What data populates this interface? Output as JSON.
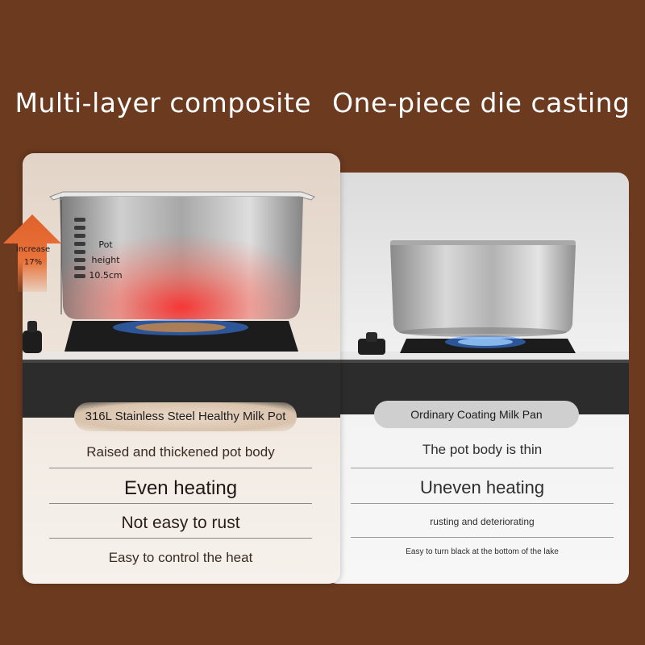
{
  "headline": {
    "left": "Multi-layer composite",
    "right": "One-piece die casting"
  },
  "left_card": {
    "product_label": "316L Stainless Steel Healthy Milk Pot",
    "pot_annotation": [
      "Pot",
      "height",
      "10.5cm"
    ],
    "increase_label": [
      "Increase",
      "17%"
    ],
    "features": [
      "Raised and thickened pot body",
      "Even heating",
      "Not easy to rust",
      "Easy to control the heat"
    ]
  },
  "right_card": {
    "product_label": "Ordinary Coating Milk Pan",
    "features": [
      "The pot body is thin",
      "Uneven heating",
      "rusting and deteriorating",
      "Easy to turn black at the bottom of the lake"
    ]
  },
  "colors": {
    "background": "#6b3a1f",
    "arrow": "#e0602a"
  },
  "icons": {
    "increase": "up-arrow-icon",
    "flame": "gas-flame-icon"
  }
}
